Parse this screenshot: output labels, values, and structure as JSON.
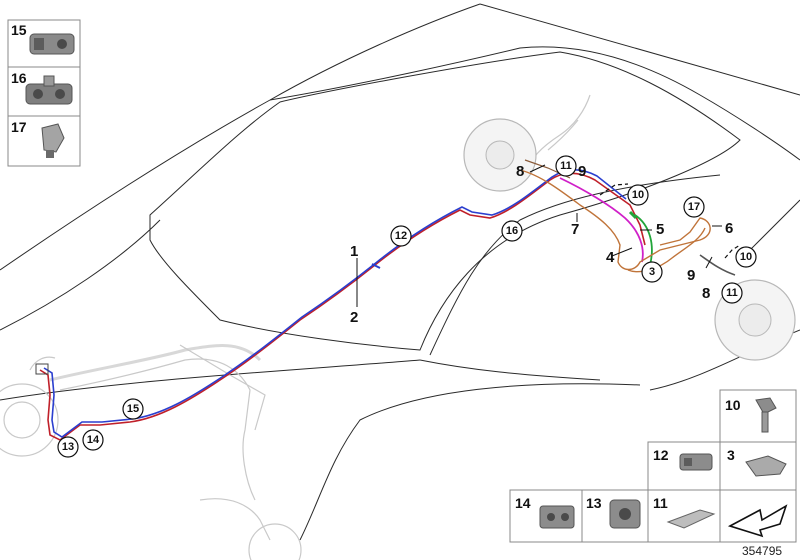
{
  "callouts": {
    "l1": "1",
    "l2": "2",
    "l3": "3",
    "l4": "4",
    "l5": "5",
    "l6": "6",
    "l7": "7",
    "l8a": "8",
    "l8b": "8",
    "l9a": "9",
    "l9b": "9",
    "l10a": "10",
    "l10b": "10",
    "l11a": "11",
    "l11b": "11",
    "l12": "12",
    "l13": "13",
    "l14": "14",
    "l15": "15",
    "l16": "16",
    "l17": "17"
  },
  "thumbs_left": [
    "15",
    "16",
    "17"
  ],
  "thumbs_right": {
    "t10": "10",
    "t12": "12",
    "t3": "3",
    "t14": "14",
    "t13": "13",
    "t11": "11"
  },
  "doc_number": "354795",
  "colors": {
    "line_red": "#c0202a",
    "line_blue": "#2b3fcf",
    "line_magenta": "#d020c8",
    "line_green": "#22a53a",
    "line_orange": "#c0743a"
  }
}
